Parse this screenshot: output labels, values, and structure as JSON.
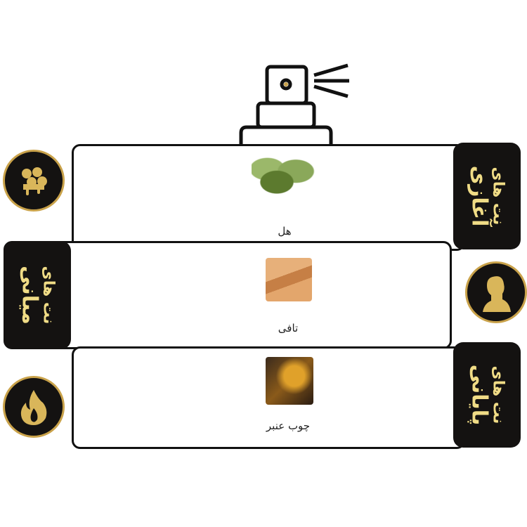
{
  "tiers": [
    {
      "tab_line1": "نت های",
      "tab_line2": "آغازی",
      "note": "هل",
      "icon": "honeycomb-icon"
    },
    {
      "tab_line1": "نت های",
      "tab_line2": "میانی",
      "note": "تافی",
      "icon": "person-silhouette-icon"
    },
    {
      "tab_line1": "نت های",
      "tab_line2": "پایانی",
      "note": "چوب عنبر",
      "icon": "flame-icon"
    }
  ],
  "colors": {
    "tab": "#141211",
    "gold": "#f0dc86",
    "ring": "#c9a24a"
  }
}
